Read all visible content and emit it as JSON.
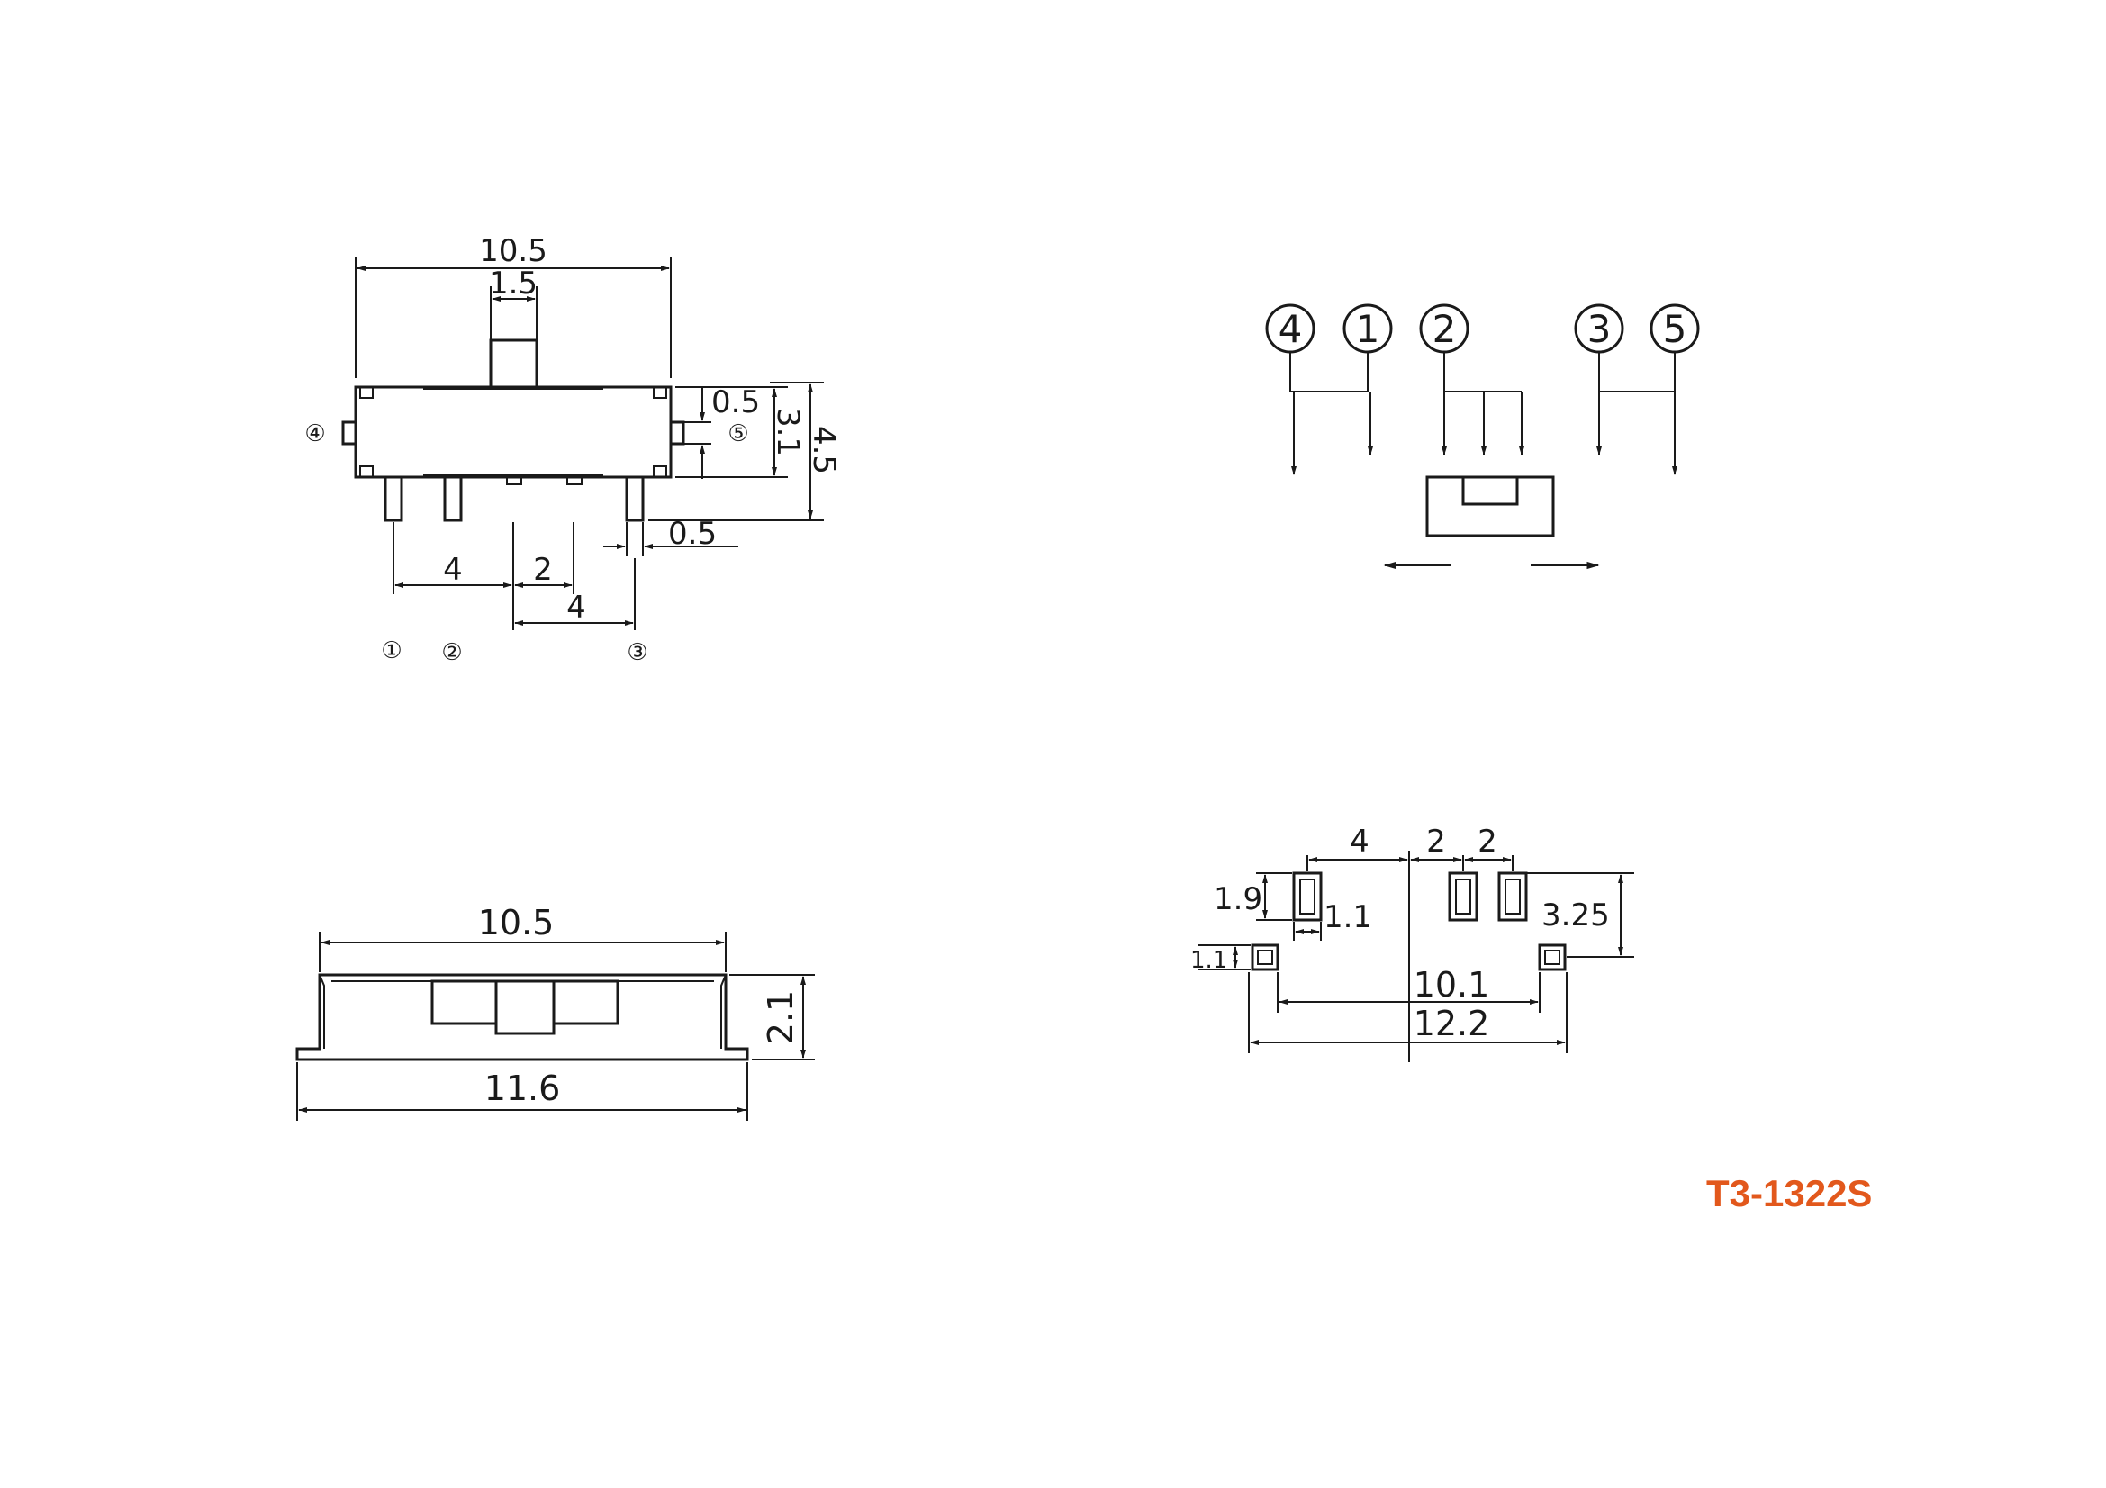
{
  "part_number": "T3-1322S",
  "colors": {
    "line": "#1a1a1a",
    "accent": "#e2581c"
  },
  "front_view": {
    "width": "10.5",
    "actuator_width": "1.5",
    "lug_offset": "0.5",
    "body_height": "3.1",
    "total_height": "4.5",
    "pin_width": "0.5",
    "pitch_a": "4",
    "pitch_b": "2",
    "pitch_c": "4",
    "pins": [
      "④",
      "⑤",
      "①",
      "②",
      "③"
    ]
  },
  "schematic": {
    "terminals": [
      "4",
      "1",
      "2",
      "3",
      "5"
    ]
  },
  "side_view": {
    "top_width": "10.5",
    "bottom_width": "11.6",
    "height": "2.1"
  },
  "footprint": {
    "pitch_4": "4",
    "pitch_2a": "2",
    "pitch_2b": "2",
    "pad_h": "1.9",
    "pad_w": "1.1",
    "offset": "3.25",
    "tab": "1.1",
    "inner_span": "10.1",
    "outer_span": "12.2"
  }
}
